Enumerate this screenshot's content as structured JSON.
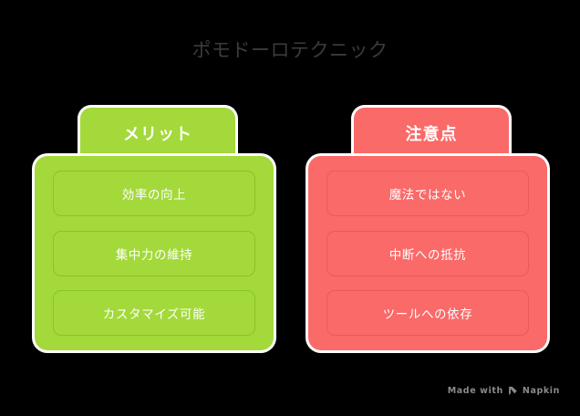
{
  "page": {
    "title": "ポモドーロテクニック",
    "background_color": "#000000",
    "title_color": "#3b3b3b"
  },
  "columns": [
    {
      "id": "merit",
      "header": "メリット",
      "accent_color": "#a3d93a",
      "item_border_color": "#8cc22b",
      "items": [
        {
          "label": "効率の向上"
        },
        {
          "label": "集中力の維持"
        },
        {
          "label": "カスタマイズ可能"
        }
      ]
    },
    {
      "id": "caution",
      "header": "注意点",
      "accent_color": "#fa6a68",
      "item_border_color": "#e65c5a",
      "items": [
        {
          "label": "魔法ではない"
        },
        {
          "label": "中断への抵抗"
        },
        {
          "label": "ツールへの依存"
        }
      ]
    }
  ],
  "watermark": {
    "prefix": "Made with",
    "brand": "Napkin",
    "icon": "napkin-logo-icon",
    "color": "#8a8a8a"
  }
}
